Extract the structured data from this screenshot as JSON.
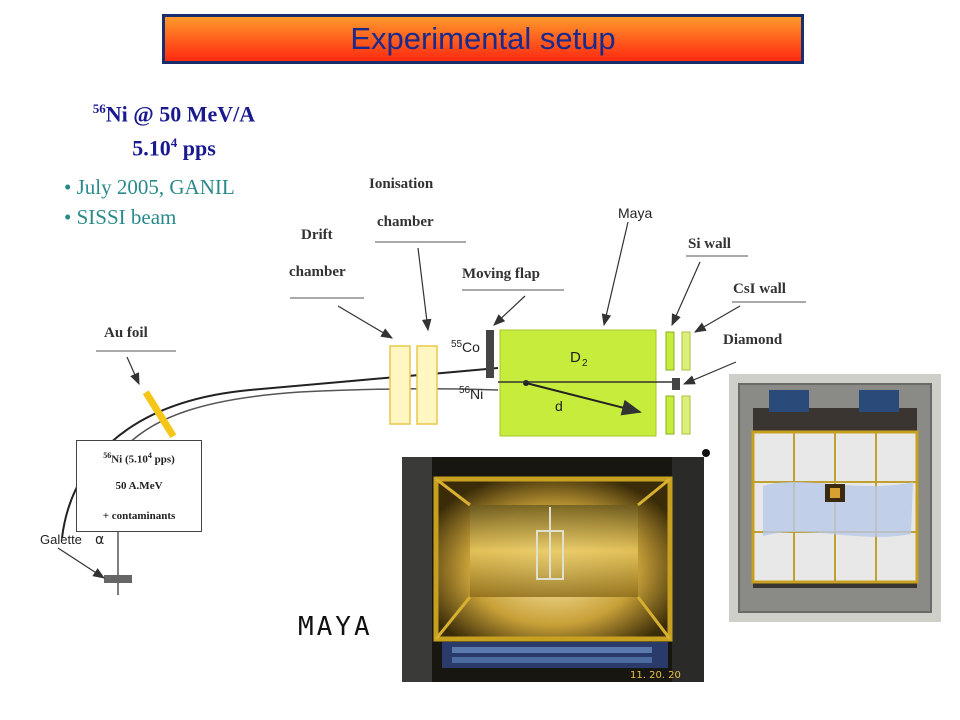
{
  "title": "Experimental setup",
  "beam": {
    "isotope_mass": "56",
    "isotope_rest": "Ni @ 50 MeV/A",
    "rate_base": "5.10",
    "rate_exp": "4",
    "rate_unit": " pps"
  },
  "bullets": [
    "July 2005, GANIL",
    "SISSI beam"
  ],
  "labels": {
    "ionisation_1": "Ionisation",
    "ionisation_2": "chamber",
    "drift_1": "Drift",
    "drift_2": "chamber",
    "moving_flap": "Moving flap",
    "maya": "Maya",
    "si_wall": "Si wall",
    "csi_wall": "CsI wall",
    "diamond": "Diamond",
    "au_foil": "Au foil",
    "galette": "Galette",
    "alpha": "α",
    "co55_mass": "55",
    "co55_sym": "Co",
    "ni56_mass": "56",
    "ni56_sym": "Ni",
    "d2_sym": "D",
    "d2_sub": "2",
    "d_label": "d"
  },
  "info_box": {
    "line1_mass": "56",
    "line1_rest": "Ni (5.10",
    "line1_exp": "4",
    "line1_end": " pps)",
    "line2": "50 A.MeV",
    "line3": "+ contaminants"
  },
  "photo_label": "MAYA",
  "photo_timestamp": "11. 20. 20",
  "colors": {
    "title_text": "#1a2a8a",
    "title_border": "#1a2e6e",
    "beam_text": "#1a1a90",
    "bullet_text": "#2a8a8a",
    "chamber_green": "#c6ec3c",
    "foil_yellow": "#f5c518"
  }
}
